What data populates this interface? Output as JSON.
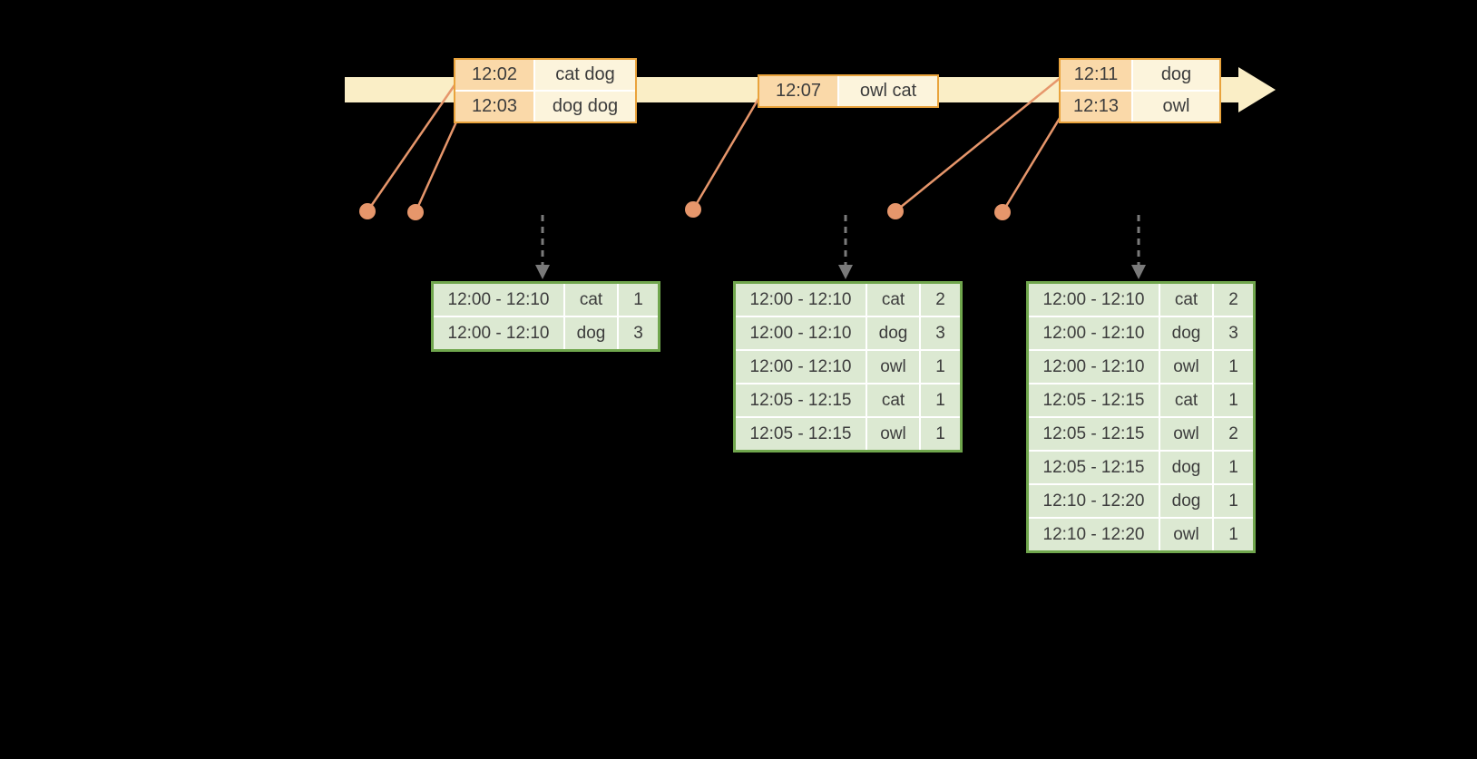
{
  "colors": {
    "background": "#000000",
    "timeline": "#FAEEC6",
    "event_border": "#E9A33C",
    "event_time_bg": "#FAD9A9",
    "event_value_bg": "#FCF4DC",
    "connector": "#E6966B",
    "dashed_arrow": "#7A7A7A",
    "result_border": "#70A64D",
    "result_cell_bg": "#DCE9D2",
    "gridline": "#FFFFFF",
    "text": "#3C3C3C"
  },
  "event_tables": [
    {
      "rows": [
        {
          "time": "12:02",
          "value": "cat dog"
        },
        {
          "time": "12:03",
          "value": "dog dog"
        }
      ]
    },
    {
      "rows": [
        {
          "time": "12:07",
          "value": "owl cat"
        }
      ]
    },
    {
      "rows": [
        {
          "time": "12:11",
          "value": "dog"
        },
        {
          "time": "12:13",
          "value": "owl"
        }
      ]
    }
  ],
  "result_tables": [
    {
      "rows": [
        {
          "window": "12:00 - 12:10",
          "word": "cat",
          "count": "1"
        },
        {
          "window": "12:00 - 12:10",
          "word": "dog",
          "count": "3"
        }
      ]
    },
    {
      "rows": [
        {
          "window": "12:00 - 12:10",
          "word": "cat",
          "count": "2"
        },
        {
          "window": "12:00 - 12:10",
          "word": "dog",
          "count": "3"
        },
        {
          "window": "12:00 - 12:10",
          "word": "owl",
          "count": "1"
        },
        {
          "window": "12:05 - 12:15",
          "word": "cat",
          "count": "1"
        },
        {
          "window": "12:05 - 12:15",
          "word": "owl",
          "count": "1"
        }
      ]
    },
    {
      "rows": [
        {
          "window": "12:00 - 12:10",
          "word": "cat",
          "count": "2"
        },
        {
          "window": "12:00 - 12:10",
          "word": "dog",
          "count": "3"
        },
        {
          "window": "12:00 - 12:10",
          "word": "owl",
          "count": "1"
        },
        {
          "window": "12:05 - 12:15",
          "word": "cat",
          "count": "1"
        },
        {
          "window": "12:05 - 12:15",
          "word": "owl",
          "count": "2"
        },
        {
          "window": "12:05 - 12:15",
          "word": "dog",
          "count": "1"
        },
        {
          "window": "12:10 - 12:20",
          "word": "dog",
          "count": "1"
        },
        {
          "window": "12:10 - 12:20",
          "word": "owl",
          "count": "1"
        }
      ]
    }
  ]
}
